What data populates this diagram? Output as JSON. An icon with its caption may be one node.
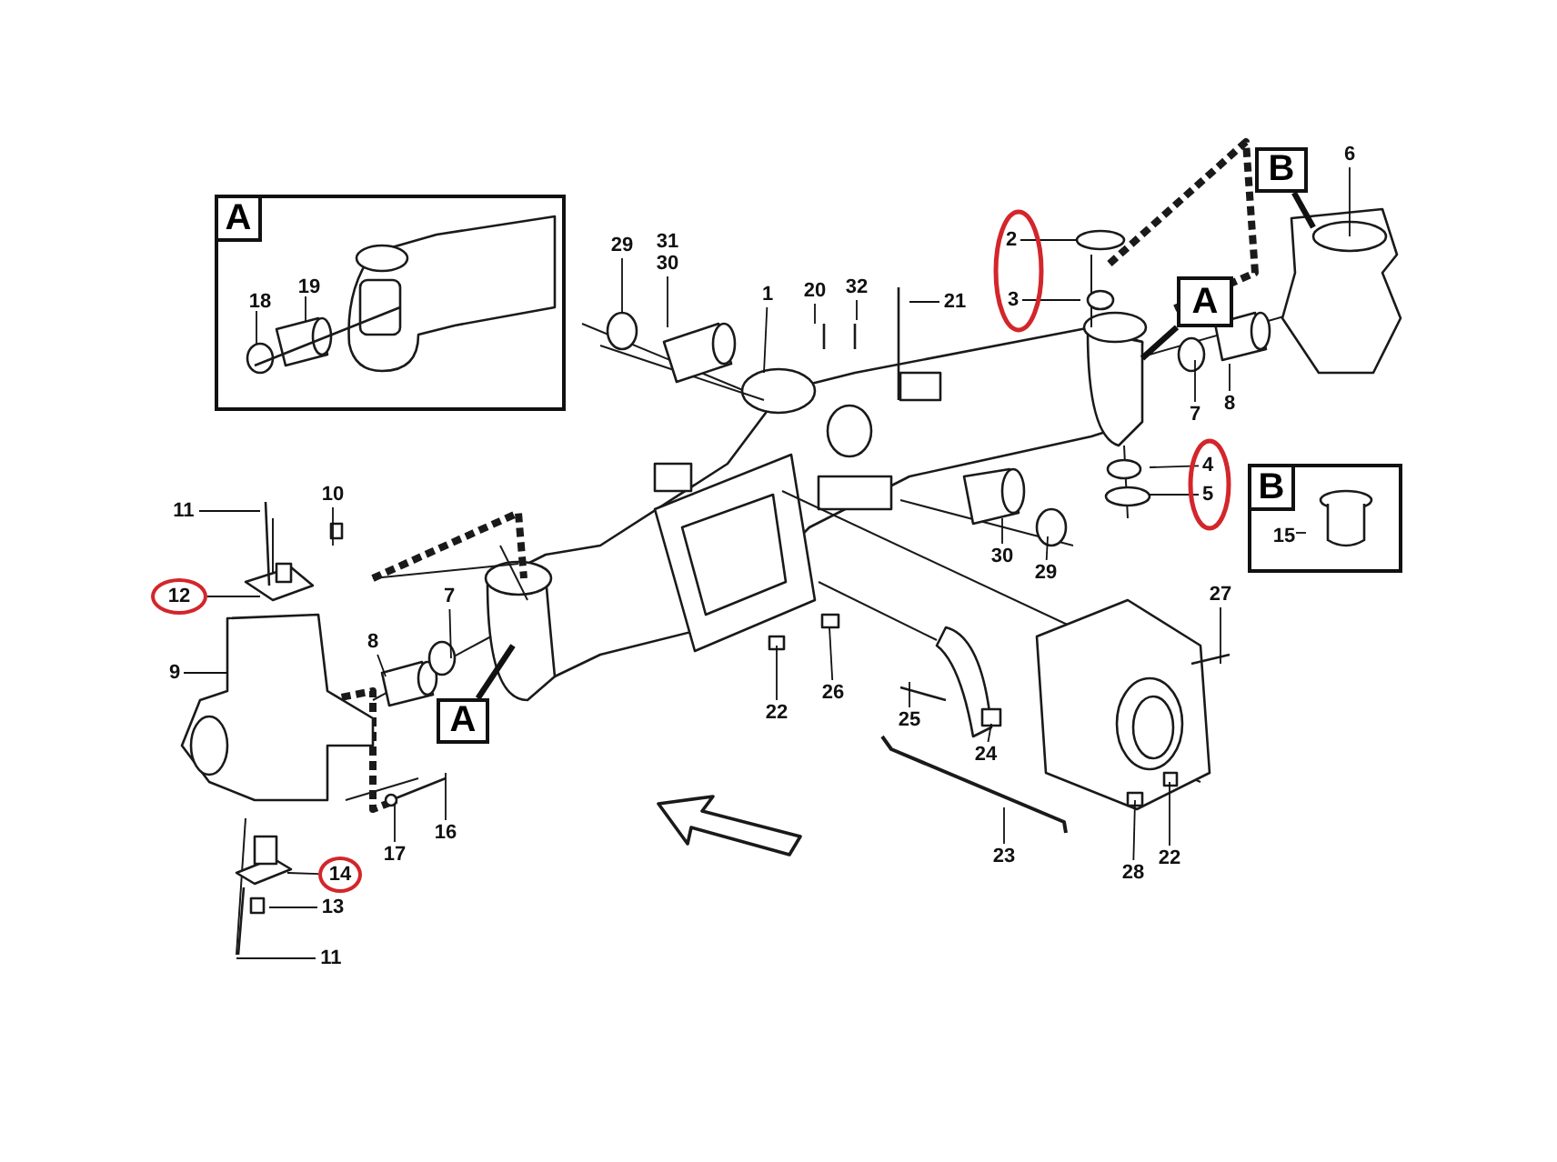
{
  "diagram": {
    "nodes": [
      {
        "text": [
          "A"
        ]
      },
      {
        "text": [
          "18"
        ],
        "in": 0
      },
      {
        "text": [
          "19"
        ],
        "in": 0
      },
      {
        "text": [
          "29"
        ]
      },
      {
        "text": [
          "31",
          "30"
        ]
      },
      {
        "text": [
          "1"
        ]
      },
      {
        "text": [
          "20"
        ]
      },
      {
        "text": [
          "32"
        ]
      },
      {
        "text": [
          "21"
        ]
      },
      {
        "text": [],
        "shape": "ellipse"
      },
      {
        "text": [
          "2"
        ],
        "in": 9
      },
      {
        "text": [
          "3"
        ],
        "in": 9
      },
      {
        "text": [
          "A"
        ]
      },
      {
        "text": [
          "B"
        ]
      },
      {
        "text": [
          "6"
        ]
      },
      {
        "text": [
          "7"
        ]
      },
      {
        "text": [
          "8"
        ]
      },
      {
        "text": [],
        "shape": "ellipse"
      },
      {
        "text": [
          "4"
        ],
        "in": 17
      },
      {
        "text": [
          "5"
        ],
        "in": 17
      },
      {
        "text": [
          "B"
        ]
      },
      {
        "text": [
          "15"
        ],
        "in": 20
      },
      {
        "text": [
          "30"
        ]
      },
      {
        "text": [
          "29"
        ]
      },
      {
        "text": [
          "11"
        ]
      },
      {
        "text": [
          "10"
        ]
      },
      {
        "text": [
          "12"
        ]
      },
      {
        "text": [
          "9"
        ]
      },
      {
        "text": [
          "8"
        ]
      },
      {
        "text": [
          "7"
        ]
      },
      {
        "text": [
          "A"
        ]
      },
      {
        "text": [
          "27"
        ]
      },
      {
        "text": [
          "22"
        ]
      },
      {
        "text": [
          "26"
        ]
      },
      {
        "text": [
          "25"
        ]
      },
      {
        "text": [
          "24"
        ]
      },
      {
        "text": [
          "23"
        ]
      },
      {
        "text": [
          "22"
        ]
      },
      {
        "text": [
          "28"
        ]
      },
      {
        "text": [
          "17"
        ]
      },
      {
        "text": [
          "16"
        ]
      },
      {
        "text": [
          "14"
        ]
      },
      {
        "text": [
          "13"
        ]
      },
      {
        "text": [
          "11"
        ]
      }
    ],
    "edges": [
      {
        "from": 1,
        "to": null,
        "arrow": "none"
      },
      {
        "from": 2,
        "to": null,
        "arrow": "none"
      },
      {
        "from": 3,
        "to": null,
        "arrow": "none"
      },
      {
        "from": 4,
        "to": null,
        "arrow": "none"
      },
      {
        "from": 5,
        "to": null,
        "arrow": "none"
      },
      {
        "from": 6,
        "to": null,
        "arrow": "none"
      },
      {
        "from": 7,
        "to": null,
        "arrow": "none"
      },
      {
        "from": 8,
        "to": null,
        "arrow": "none"
      },
      {
        "from": 10,
        "to": null,
        "arrow": "none"
      },
      {
        "from": 11,
        "to": null,
        "arrow": "none"
      },
      {
        "from": 12,
        "to": null,
        "arrow": "none",
        "style": "thick"
      },
      {
        "from": 13,
        "to": null,
        "arrow": "none",
        "style": "thick"
      },
      {
        "from": 14,
        "to": null,
        "arrow": "none"
      },
      {
        "from": 15,
        "to": null,
        "arrow": "none"
      },
      {
        "from": 16,
        "to": null,
        "arrow": "none"
      },
      {
        "from": 18,
        "to": null,
        "arrow": "none"
      },
      {
        "from": 19,
        "to": null,
        "arrow": "none"
      },
      {
        "from": 21,
        "to": null,
        "arrow": "none"
      },
      {
        "from": 22,
        "to": null,
        "arrow": "none"
      },
      {
        "from": 23,
        "to": null,
        "arrow": "none"
      },
      {
        "from": 24,
        "to": null,
        "arrow": "none"
      },
      {
        "from": 25,
        "to": null,
        "arrow": "none"
      },
      {
        "from": 26,
        "to": null,
        "arrow": "none"
      },
      {
        "from": 27,
        "to": null,
        "arrow": "none"
      },
      {
        "from": 28,
        "to": null,
        "arrow": "none"
      },
      {
        "from": 29,
        "to": null,
        "arrow": "none"
      },
      {
        "from": 30,
        "to": null,
        "arrow": "none",
        "style": "thick"
      },
      {
        "from": 31,
        "to": null,
        "arrow": "none"
      },
      {
        "from": 32,
        "to": null,
        "arrow": "none"
      },
      {
        "from": 33,
        "to": null,
        "arrow": "none"
      },
      {
        "from": 34,
        "to": null,
        "arrow": "none"
      },
      {
        "from": 35,
        "to": null,
        "arrow": "none"
      },
      {
        "from": 36,
        "to": null,
        "arrow": "none"
      },
      {
        "from": 37,
        "to": null,
        "arrow": "none"
      },
      {
        "from": 38,
        "to": null,
        "arrow": "none"
      },
      {
        "from": 39,
        "to": null,
        "arrow": "none"
      },
      {
        "from": 40,
        "to": null,
        "arrow": "none"
      },
      {
        "from": 41,
        "to": null,
        "arrow": "none"
      },
      {
        "from": 42,
        "to": null,
        "arrow": "none"
      },
      {
        "from": 43,
        "to": null,
        "arrow": "none"
      }
    ]
  }
}
